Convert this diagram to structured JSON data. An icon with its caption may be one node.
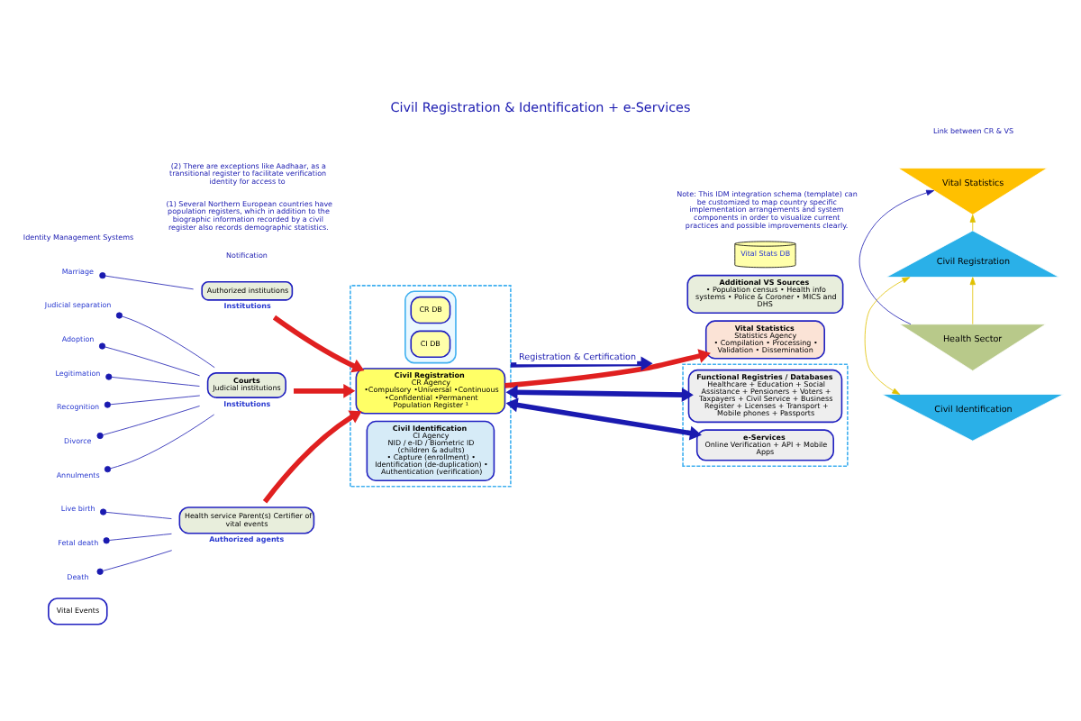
{
  "diagram": {
    "title": "Civil Registration & Identification + e-Services",
    "nodes": [
      {
        "text": [
          "Vital Events"
        ]
      },
      {
        "text": [
          "Live birth"
        ]
      },
      {
        "text": [
          "Death"
        ]
      },
      {
        "text": [
          "Fetal death"
        ]
      },
      {
        "text": [
          "Health service Parent(s) Certifier of vital events"
        ],
        "beside": [
          "Authorized agents"
        ]
      },
      {
        "text": [
          "Marriage"
        ]
      },
      {
        "text": [
          "Authorized institutions"
        ],
        "beside": [
          "Institutions"
        ]
      },
      {
        "text": [
          "Divorce"
        ]
      },
      {
        "text": [
          "Annulments"
        ]
      },
      {
        "text": [
          "Judicial separation"
        ]
      },
      {
        "text": [
          "Adoption"
        ]
      },
      {
        "text": [
          "Legitimation"
        ]
      },
      {
        "text": [
          "Recognition"
        ]
      },
      {
        "text": [
          "Courts",
          "Judicial institutions"
        ],
        "beside": [
          "Institutions"
        ]
      },
      {
        "text": [],
        "shape": "box"
      },
      {
        "text": [
          "Civil Registration",
          "CR Agency",
          "•Compulsory •Universal •Continuous •Confidential •Permanent",
          "Population Register ¹"
        ],
        "in": 14
      },
      {
        "text": [],
        "shape": "cylinder",
        "in": 14
      },
      {
        "text": [
          "CR DB"
        ],
        "in": 16
      },
      {
        "text": [
          "CI DB"
        ],
        "in": 16
      },
      {
        "text": [
          "Civil Identification",
          "CI Agency",
          "NID / e-ID / Biometric ID",
          "(children & adults)",
          "• Capture (enrollment) • Identification (de-duplication) • Authentication (verification)"
        ],
        "in": 14
      },
      {
        "text": [
          "Vital Statistics",
          "Statistics Agency",
          "• Compilation • Processing • Validation • Dissemination"
        ]
      },
      {
        "text": [
          "Additional VS Sources",
          "• Population census • Health info systems • Police & Coroner • MICS and DHS"
        ]
      },
      {
        "text": [
          "Vital Stats DB"
        ]
      },
      {
        "text": [
          "Health Sector"
        ]
      },
      {
        "text": [
          "Vital Statistics"
        ]
      },
      {
        "text": [
          "Civil Registration"
        ]
      },
      {
        "text": [
          "Civil Identification"
        ]
      },
      {
        "text": [],
        "shape": "box"
      },
      {
        "text": [
          "e-Services",
          "Online Verification + API + Mobile Apps"
        ],
        "in": 27
      },
      {
        "text": [
          "Functional Registries / Databases",
          "Healthcare + Education + Social Assistance + Pensioners + Voters + Taxpayers + Civil Service + Business Register + Licenses + Transport + Mobile phones + Passports"
        ],
        "in": 27
      }
    ],
    "edges": [
      {
        "from": 1,
        "to": 4,
        "arrow": "other"
      },
      {
        "from": 2,
        "to": 4,
        "arrow": "other"
      },
      {
        "from": 3,
        "to": 4,
        "arrow": "other"
      },
      {
        "from": 5,
        "to": 6,
        "arrow": "other"
      },
      {
        "from": 7,
        "to": 13,
        "arrow": "other"
      },
      {
        "from": 8,
        "to": 13,
        "arrow": "other"
      },
      {
        "from": 9,
        "to": 13,
        "arrow": "other"
      },
      {
        "from": 10,
        "to": 13,
        "arrow": "other"
      },
      {
        "from": 11,
        "to": 13,
        "arrow": "other"
      },
      {
        "from": 12,
        "to": 13,
        "arrow": "other"
      },
      {
        "from": 4,
        "to": 15,
        "arrow": "to",
        "style": "thick",
        "color": "#e02020"
      },
      {
        "from": 6,
        "to": 15,
        "arrow": "to",
        "style": "thick",
        "color": "#e02020"
      },
      {
        "from": 13,
        "to": 14,
        "arrow": "to",
        "style": "thick",
        "color": "#e02020"
      },
      {
        "from": 15,
        "to": 20,
        "arrow": "to",
        "style": "thick",
        "color": "#e02020"
      },
      {
        "from": 14,
        "to": null,
        "arrow": "to",
        "label": "Registration & Certification",
        "style": "thick"
      },
      {
        "from": 14,
        "to": 28,
        "arrow": "both",
        "style": "thick"
      },
      {
        "from": 14,
        "to": 29,
        "arrow": "both",
        "style": "thick"
      },
      {
        "from": 23,
        "to": 24,
        "arrow": "to"
      },
      {
        "from": 23,
        "to": 25,
        "arrow": "to",
        "color": "#e0c000"
      },
      {
        "from": 25,
        "to": 24,
        "arrow": "to",
        "color": "#e0c000"
      },
      {
        "from": 25,
        "to": 26,
        "arrow": "both",
        "color": "#e0c000"
      }
    ],
    "labels": [
      "Identity Management Systems",
      "Notification",
      "Link between CR & VS",
      "Note: This IDM integration schema (template) can be customized to map country specific implementation arrangements and system components in order to visualize current practices and possible improvements clearly.",
      "(1) Several Northern European countries have population registers, which in addition to the biographic information recorded by a civil register also records demographic statistics.",
      "(2) There are exceptions like Aadhaar, as a transitional register to facilitate verification identity for access to"
    ]
  }
}
